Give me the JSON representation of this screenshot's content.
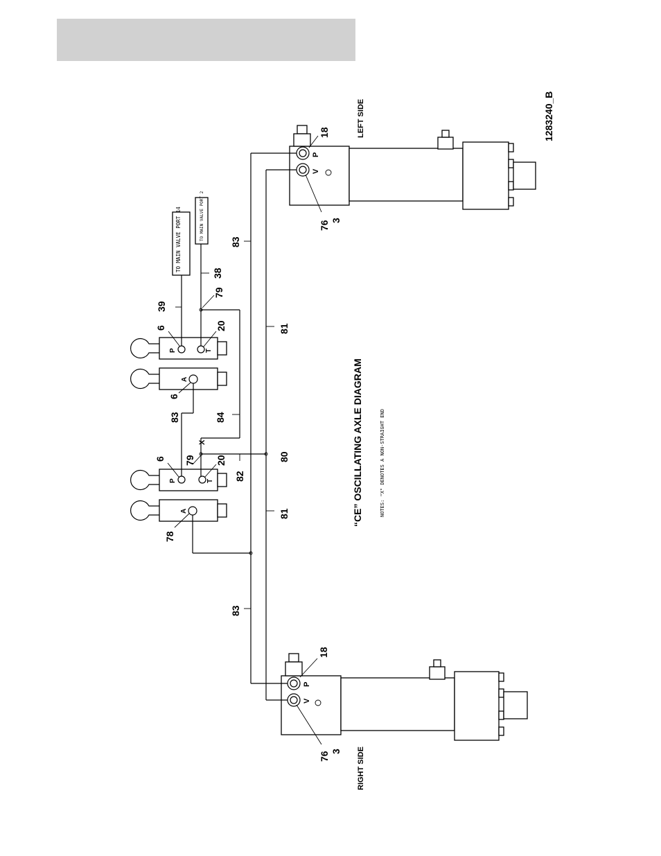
{
  "drawing": {
    "title": "“CE” OSCILLATING AXLE DIAGRAM",
    "drawing_number": "1283240_B",
    "note": "NOTES: \"X\" DENOTES A NON-STRAIGHT END"
  },
  "cylinders": {
    "left": {
      "side_label": "LEFT SIDE",
      "port_p": "P",
      "port_v": "V",
      "callout_top": "18",
      "callout_bottom_1": "76",
      "callout_bottom_2": "3"
    },
    "right": {
      "side_label": "RIGHT SIDE",
      "port_p": "P",
      "port_v": "V",
      "callout_top": "18",
      "callout_bottom_1": "76",
      "callout_bottom_2": "3"
    }
  },
  "valves": {
    "v1": {
      "port_a": "A",
      "callout": "78"
    },
    "v2": {
      "port_p": "P",
      "port_t": "T",
      "callout_p": "6",
      "callout_t": "20"
    },
    "v3": {
      "port_a": "A",
      "callout": "6"
    },
    "v4": {
      "port_p": "P",
      "port_t": "T",
      "callout_p": "6",
      "callout_t": "20"
    }
  },
  "main_valve": {
    "port14": "TO MAIN VALVE PORT 14",
    "port2": "TO MAIN VALVE PORT 2"
  },
  "hose_labels": {
    "h39": "39",
    "h38": "38",
    "h79a": "79",
    "h79b": "79",
    "h83a": "83",
    "h83b": "83",
    "h83c": "83",
    "h84": "84",
    "h82": "82",
    "h80": "80",
    "h81a": "81",
    "h81b": "81",
    "x_mark": "X"
  }
}
